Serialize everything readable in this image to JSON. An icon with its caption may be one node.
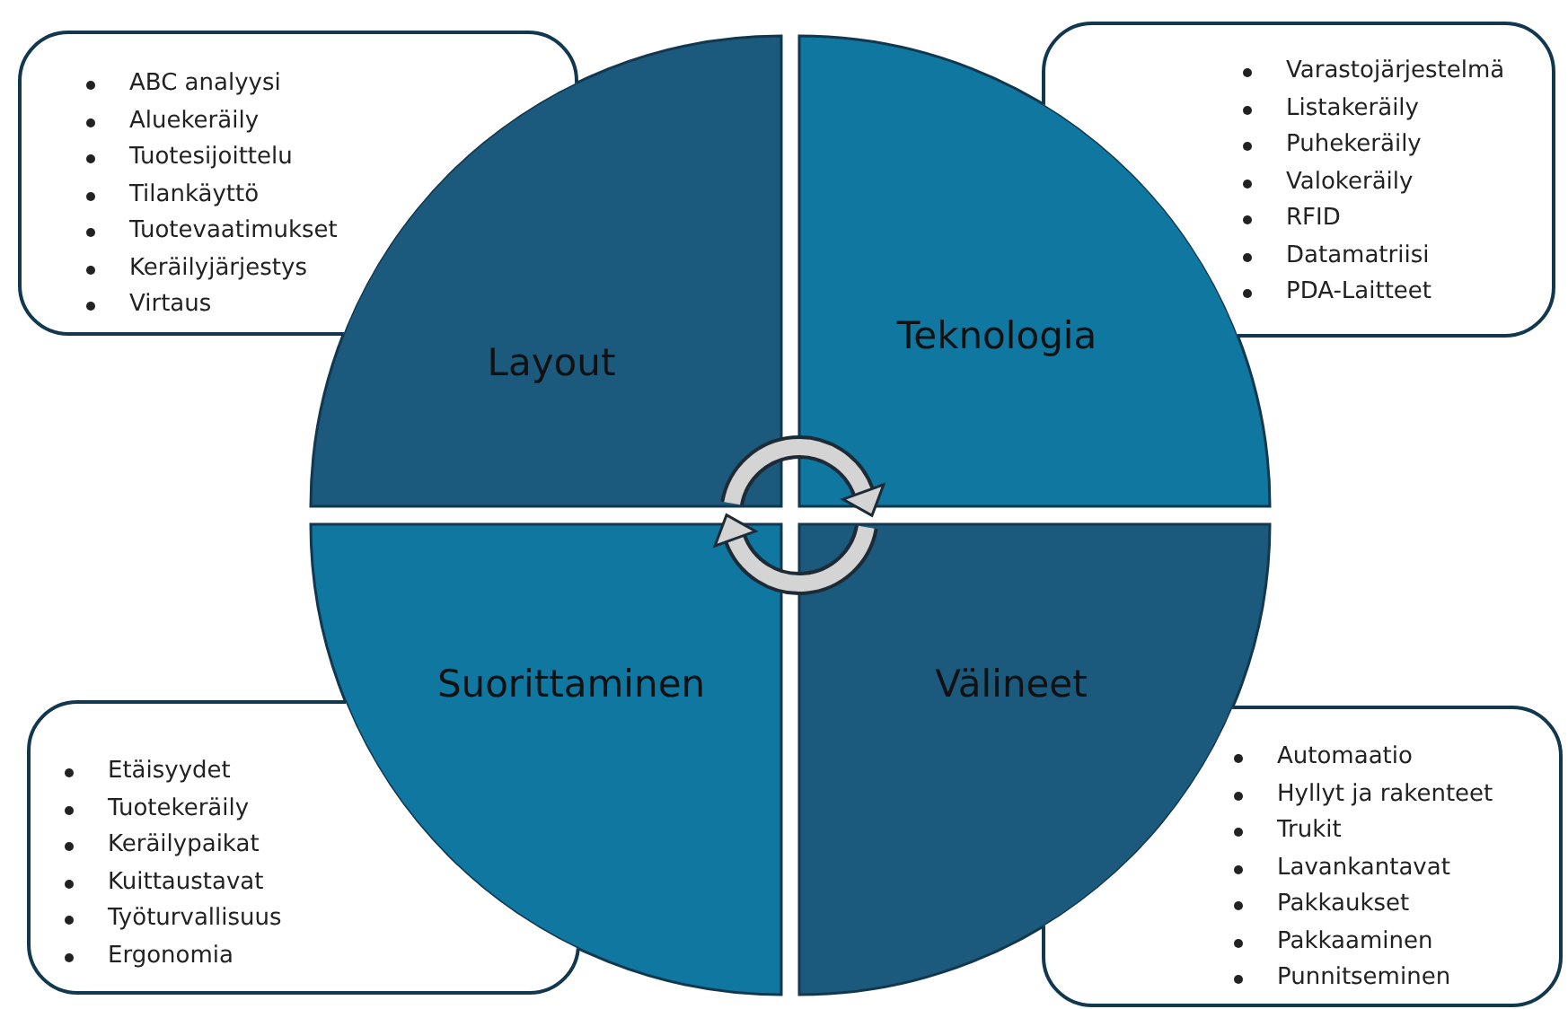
{
  "diagram": {
    "nodes": [
      {
        "text": [
          "ABC analyysi",
          "Aluekeräily",
          "Tuotesijoittelu",
          "Tilankäyttö",
          "Tuotevaatimukset",
          "Keräilyjärjestys",
          "Virtaus"
        ]
      },
      {
        "text": [
          "Varastojärjestelmä",
          "Listakeräily",
          "Puhekeräily",
          "Valokeräily",
          "RFID",
          "Datamatriisi",
          "PDA-Laitteet"
        ]
      },
      {
        "text": [
          "Layout"
        ]
      },
      {
        "text": [
          "Teknologia"
        ]
      },
      {
        "text": [
          "Suorittaminen"
        ]
      },
      {
        "text": [
          "Välineet"
        ]
      },
      {
        "text": [
          "Etäisyydet",
          "Tuotekeräily",
          "Keräilypaikat",
          "Kuittaustavat",
          "Työturvallisuus",
          "Ergonomia"
        ]
      },
      {
        "text": [
          "Automaatio",
          "Hyllyt ja rakenteet",
          "Trukit",
          "Lavankantavat",
          "Pakkaukset",
          "Pakkaaminen",
          "Punnitseminen"
        ]
      }
    ],
    "edges": [
      {
        "from": 2,
        "to": 3,
        "arrow": "to"
      },
      {
        "from": 5,
        "to": 4,
        "arrow": "to"
      }
    ]
  }
}
